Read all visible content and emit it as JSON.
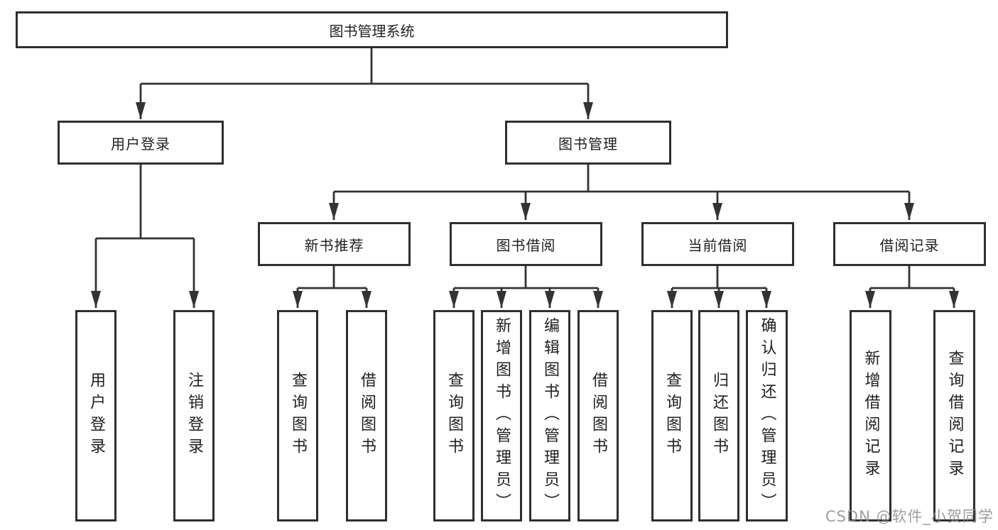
{
  "diagram": {
    "type": "hierarchy-functional-structure",
    "colors": {
      "line": "#333333",
      "box_border": "#2f2f2f",
      "text": "#1f1f1f",
      "background": "#ffffff",
      "watermark": "#8c8c8c"
    },
    "nodes": {
      "root": "图书管理系统",
      "level2": [
        "用户登录",
        "图书管理"
      ],
      "level3": [
        "新书推荐",
        "图书借阅",
        "当前借阅",
        "借阅记录"
      ],
      "leaves": {
        "user_login": [
          "用户登录",
          "注销登录"
        ],
        "new_book": [
          "查询图书",
          "借阅图书"
        ],
        "book_borrow": [
          "查询图书",
          "新增图书（管理员）",
          "编辑图书（管理员）",
          "借阅图书"
        ],
        "current_borrow": [
          "查询图书",
          "归还图书",
          "确认归还（管理员）"
        ],
        "borrow_record": [
          "新增借阅记录",
          "查询借阅记录"
        ]
      }
    },
    "watermark": "CSDN @软件_小贺同学"
  }
}
